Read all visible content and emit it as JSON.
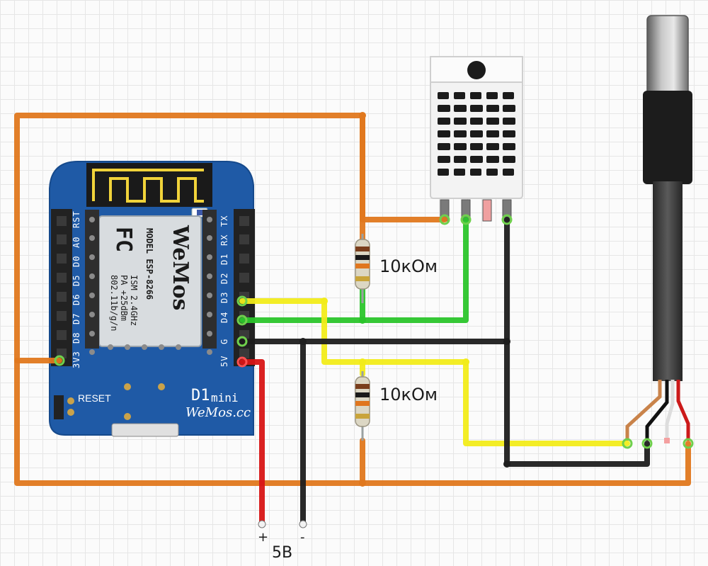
{
  "board": {
    "pins_left": [
      "RST",
      "A0",
      "D0",
      "D5",
      "D6",
      "D7",
      "D8",
      "3V3"
    ],
    "pins_right": [
      "TX",
      "RX",
      "D1",
      "D2",
      "D3",
      "D4",
      "G",
      "5V"
    ],
    "reset_label": "RESET",
    "name_main": "D1",
    "name_sub": "mini",
    "brand_site": "WeMos.cc",
    "module_logo": "WeMos",
    "module_lines": [
      "MODEL ESP-8266",
      "ISM 2.4GHz",
      "PA +25dBm",
      "802.11b/g/n"
    ],
    "fcc_mark": "FC"
  },
  "resistors": [
    {
      "label": "10кОм"
    },
    {
      "label": "10кОм"
    }
  ],
  "supply": {
    "plus": "+",
    "minus": "-",
    "voltage": "5В"
  },
  "colors": {
    "wire_power_3v3": "#e0781e",
    "wire_data_green": "#2bc52b",
    "wire_data_yellow": "#f2ec1a",
    "wire_ground": "#1e1e1e",
    "wire_5v": "#d81515",
    "board_blue": "#1f5aa6",
    "sensor_white": "#f3f3f3"
  },
  "components": [
    "wemos-d1-mini",
    "dht22-sensor",
    "ds18b20-probe",
    "resistor-10k",
    "resistor-10k"
  ]
}
